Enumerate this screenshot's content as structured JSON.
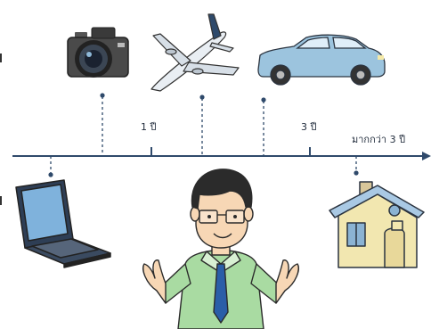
{
  "timeline": {
    "tick_labels": [
      "1 ปี",
      "3 ปี",
      "มากกว่า 3 ปี"
    ]
  },
  "items": [
    {
      "icon": "camera-icon"
    },
    {
      "icon": "airplane-icon"
    },
    {
      "icon": "car-icon"
    },
    {
      "icon": "laptop-icon"
    },
    {
      "icon": "house-icon"
    },
    {
      "icon": "person-icon"
    }
  ],
  "colors": {
    "timeline": "#2f4a6b",
    "accent_blue": "#8fb9d8",
    "shirt": "#a9dba2",
    "tie": "#2a5ea8",
    "house": "#f2e7b0"
  }
}
